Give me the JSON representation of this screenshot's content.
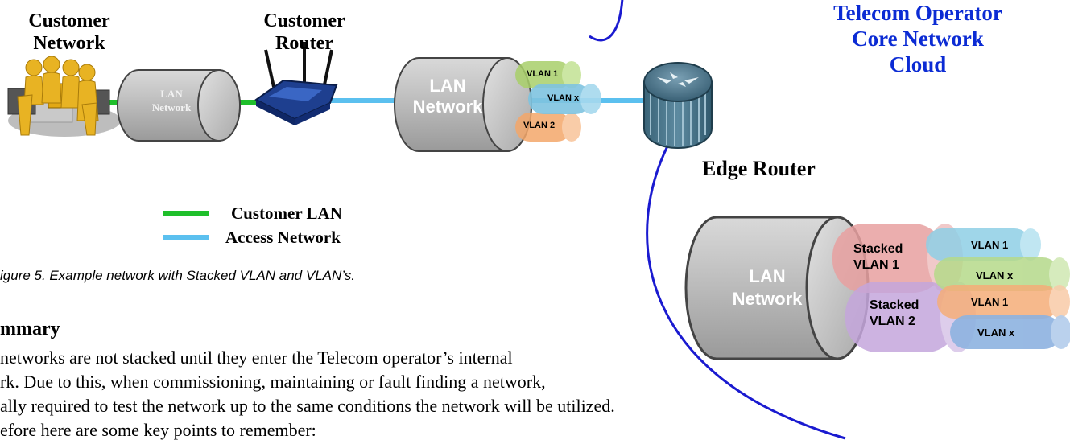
{
  "labels": {
    "customer_network": "Customer Network",
    "customer_network_lines": [
      "Customer",
      "Network"
    ],
    "customer_router_lines": [
      "Customer",
      "Router"
    ],
    "edge_router": "Edge Router",
    "cloud_lines": [
      "Telecom Operator",
      "Core Network",
      "Cloud"
    ]
  },
  "tubes": {
    "small": {
      "lines": [
        "LAN",
        "Network"
      ]
    },
    "medium": {
      "lines": [
        "LAN",
        "Network"
      ],
      "vlans": [
        "VLAN 1",
        "VLAN x",
        "VLAN 2"
      ]
    },
    "large": {
      "lines": [
        "LAN",
        "Network"
      ],
      "stacked": [
        {
          "lines": [
            "Stacked",
            "VLAN 1"
          ],
          "vlans": [
            "VLAN 1",
            "VLAN x"
          ]
        },
        {
          "lines": [
            "Stacked",
            "VLAN 2"
          ],
          "vlans": [
            "VLAN 1",
            "VLAN x"
          ]
        }
      ]
    }
  },
  "legend": [
    {
      "label": "Customer LAN",
      "color": "#1fbf2b"
    },
    {
      "label": "Access Network",
      "color": "#5bc0ef"
    }
  ],
  "caption": "igure 5.  Example network with Stacked VLAN and VLAN’s.",
  "summary": {
    "heading": "mmary",
    "lines": [
      "networks are not stacked until they enter the Telecom operator’s internal",
      "rk.  Due to this, when commissioning, maintaining or fault finding a network,",
      "ally required to test the network up to the same conditions the network will be utilized.",
      "efore here are some key points to remember:"
    ]
  },
  "colors": {
    "cloud_text": "#0b2bd4",
    "cloud_border": "#1a1ad0",
    "customer_lan": "#1fbf2b",
    "access_network": "#5bc0ef"
  }
}
